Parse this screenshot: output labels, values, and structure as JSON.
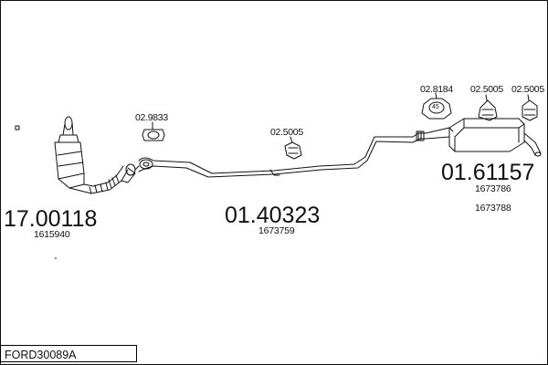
{
  "title": "FORD30089A",
  "parts": [
    {
      "main": "17.00118",
      "refs": [
        "1615940"
      ]
    },
    {
      "main": "01.40323",
      "refs": [
        "1673759"
      ]
    },
    {
      "main": "01.61157",
      "refs": [
        "1673786",
        "1673788"
      ]
    }
  ],
  "accessories": [
    {
      "code": "02.9833"
    },
    {
      "code": "02.5005"
    },
    {
      "code": "02.8184",
      "marking": "45"
    },
    {
      "code": "02.5005"
    },
    {
      "code": "02.5005"
    }
  ]
}
